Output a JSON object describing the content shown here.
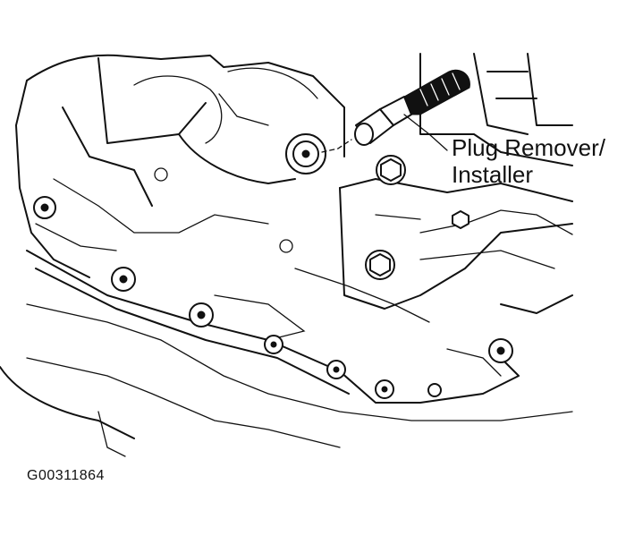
{
  "callout": {
    "line1": "Plug Remover/",
    "line2": "Installer"
  },
  "figure_id": "G00311864",
  "colors": {
    "ink": "#111111",
    "paper": "#ffffff"
  }
}
